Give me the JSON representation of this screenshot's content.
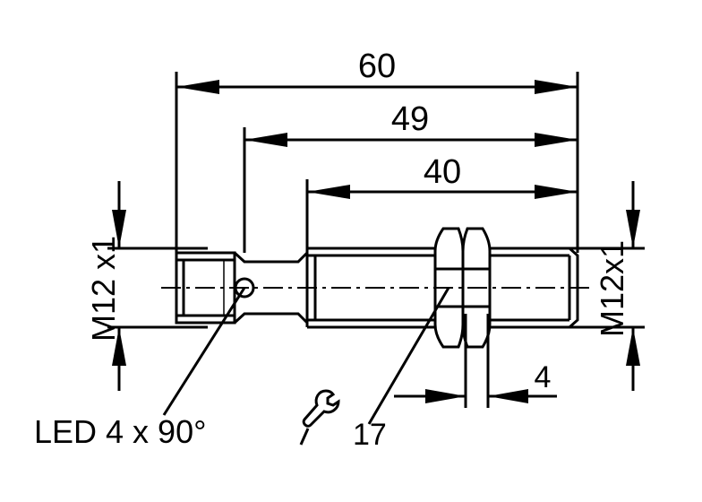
{
  "dimensions": {
    "overall_length": "60",
    "length_to_led": "49",
    "thread_length": "40",
    "nut_thickness": "4"
  },
  "thread_spec_left": "M12 x1",
  "thread_spec_right": "M12x1",
  "led_label": "LED 4 x 90°",
  "wrench_size": "17",
  "icons": {
    "wrench": "wrench-icon"
  },
  "colors": {
    "line": "#000000",
    "background": "#ffffff"
  }
}
